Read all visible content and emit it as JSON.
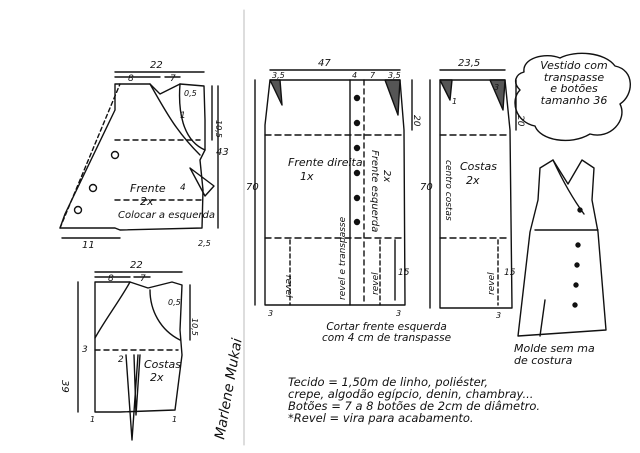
{
  "title_block": {
    "line1": "Vestido com",
    "line2": "transpasse",
    "line3": "e botões",
    "line4": "tamanho 36"
  },
  "front_bodice": {
    "name": "Frente",
    "qty": "2x",
    "note": "Colocar a esquerda",
    "dims": [
      "22",
      "8",
      "7",
      "11",
      "10,5",
      "43",
      "0,5",
      "4",
      "1",
      "2,5"
    ]
  },
  "back_bodice": {
    "name": "Costas",
    "qty": "2x",
    "dims": [
      "22",
      "8",
      "7",
      "0,5",
      "10,5",
      "39",
      "3",
      "2",
      "1",
      "1"
    ]
  },
  "front_skirt": {
    "right_label": "Frente direita",
    "right_qty": "1x",
    "left_label": "Frente esquerda",
    "left_qty": "2x",
    "transpasse": "revel e transpasse",
    "revel": "revel",
    "dims": [
      "47",
      "3,5",
      "4",
      "7",
      "3,5",
      "20",
      "70",
      "15",
      "3",
      "3"
    ]
  },
  "back_skirt": {
    "name": "Costas",
    "qty": "2x",
    "fold": "centro costas",
    "revel": "revel",
    "dims": [
      "23,5",
      "3",
      "1",
      "20",
      "70",
      "15",
      "3"
    ]
  },
  "cut_note": {
    "line1": "Cortar frente esquerda",
    "line2": "com 4 cm de transpasse"
  },
  "fabric_notes": [
    "Tecido = 1,50m de linho, poliéster,",
    "crepe, algodão egípcio, denin, chambray...",
    "Botões = 7 a 8 botões de 2cm de diâmetro.",
    "*Revel = vira para acabamento."
  ],
  "molde": {
    "line1": "Molde sem ma",
    "line2": "de costura"
  },
  "signature": "Marlene Mukai"
}
